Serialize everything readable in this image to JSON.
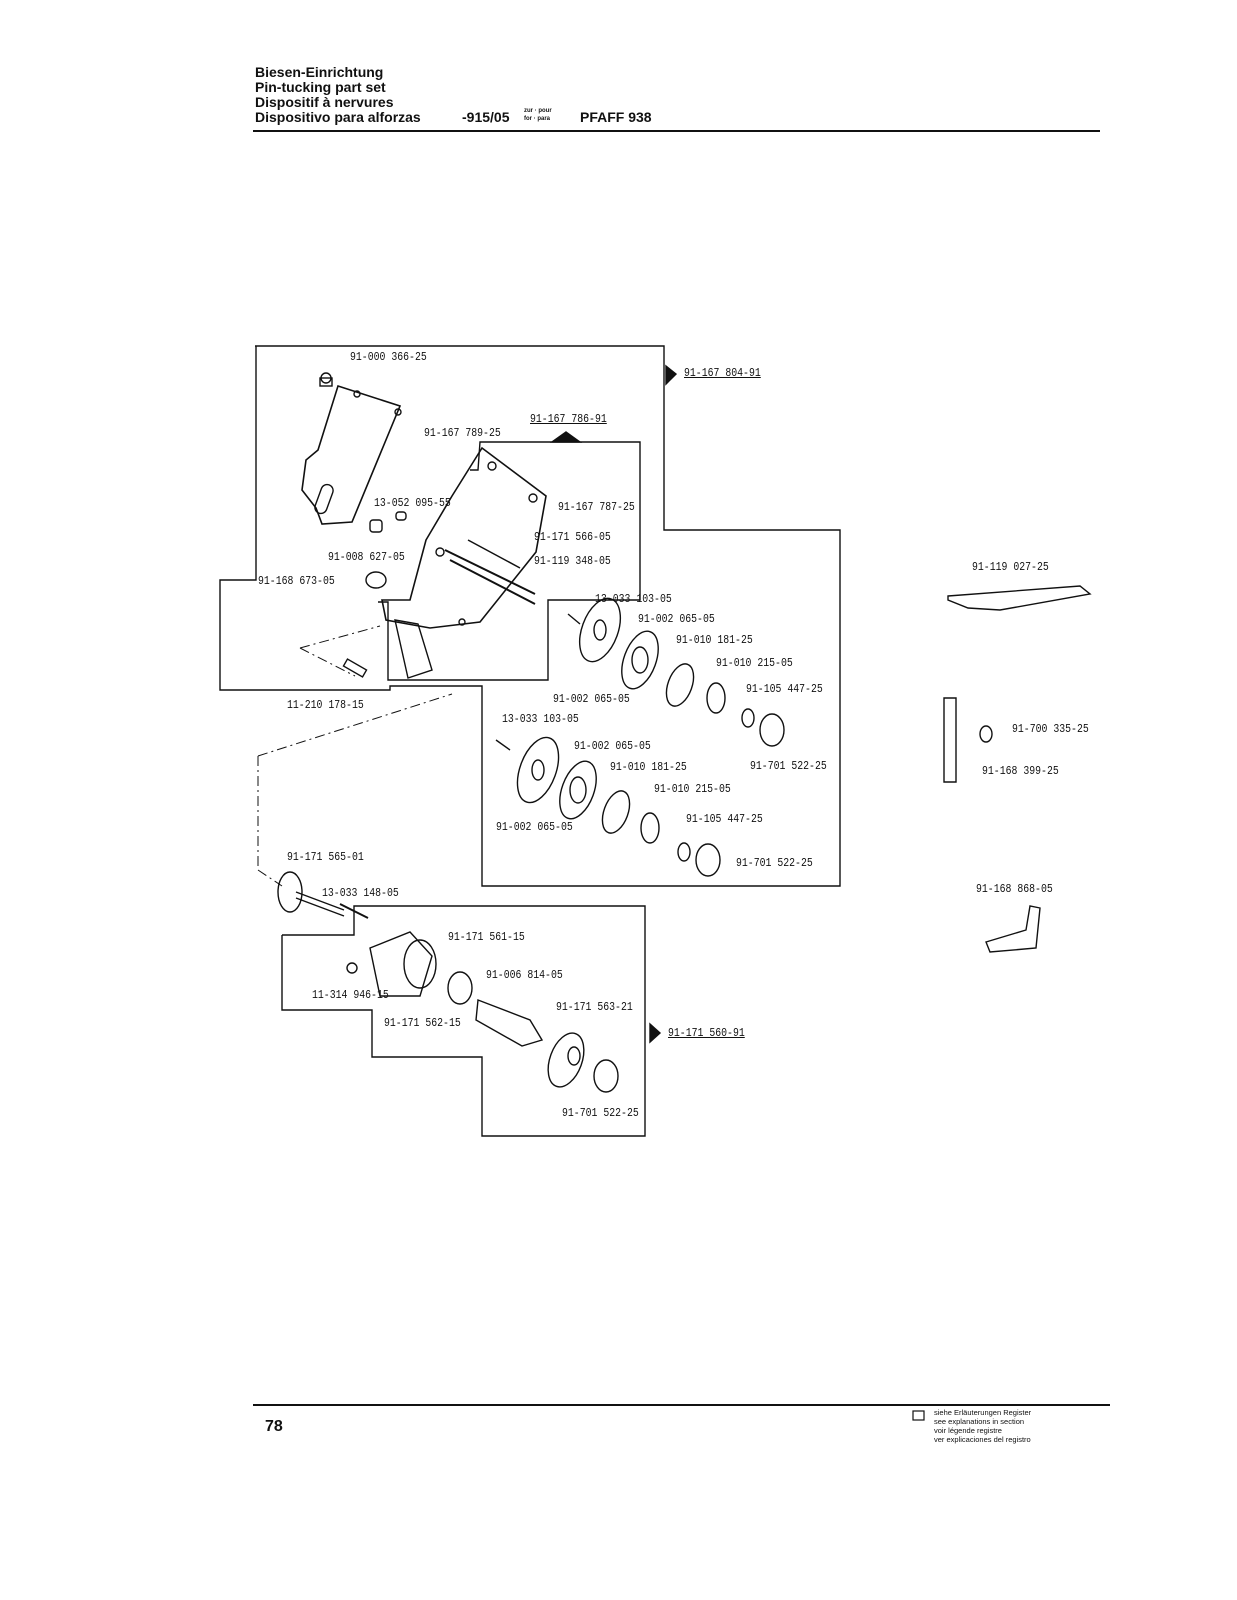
{
  "header": {
    "title_de": "Biesen-Einrichtung",
    "title_en": "Pin-tucking part set",
    "title_fr": "Dispositif à nervures",
    "title_es": "Dispositivo para alforzas",
    "model_code": "-915/05",
    "for_top": "zur · pour",
    "for_bottom": "for · para",
    "machine": "PFAFF 938"
  },
  "parts": {
    "p1": "91-000 366-25",
    "p2": "91-167 789-25",
    "p3": "91-167 786-91",
    "p4": "91-167 804-91",
    "p5": "13-052 095-55",
    "p6": "91-167 787-25",
    "p7": "91-171 566-05",
    "p8": "91-119 348-05",
    "p9": "91-008 627-05",
    "p10": "91-168 673-05",
    "p11": "13-033 103-05",
    "p12": "91-002 065-05",
    "p13": "91-010 181-25",
    "p14": "91-010 215-05",
    "p15": "91-105 447-25",
    "p16": "91-002 065-05",
    "p17": "11-210 178-15",
    "p18": "13-033 103-05",
    "p19": "91-002 065-05",
    "p20": "91-701 522-25",
    "p21": "91-010 181-25",
    "p22": "91-010 215-05",
    "p23": "91-002 065-05",
    "p24": "91-105 447-25",
    "p25": "91-701 522-25",
    "p26": "91-171 565-01",
    "p27": "13-033 148-05",
    "p28": "91-171 561-15",
    "p29": "11-314 946-15",
    "p30": "91-006 814-05",
    "p31": "91-171 563-21",
    "p32": "91-171 562-15",
    "p33": "91-171 560-91",
    "p34": "91-701 522-25",
    "p35": "91-119 027-25",
    "p36": "91-700 335-25",
    "p37": "91-168 399-25",
    "p38": "91-168 868-05"
  },
  "footer": {
    "page_number": "78",
    "legend": [
      "siehe Erläuterungen Register",
      "see explanations in section",
      "voir légende registre",
      "ver explicaciones del registro"
    ]
  }
}
